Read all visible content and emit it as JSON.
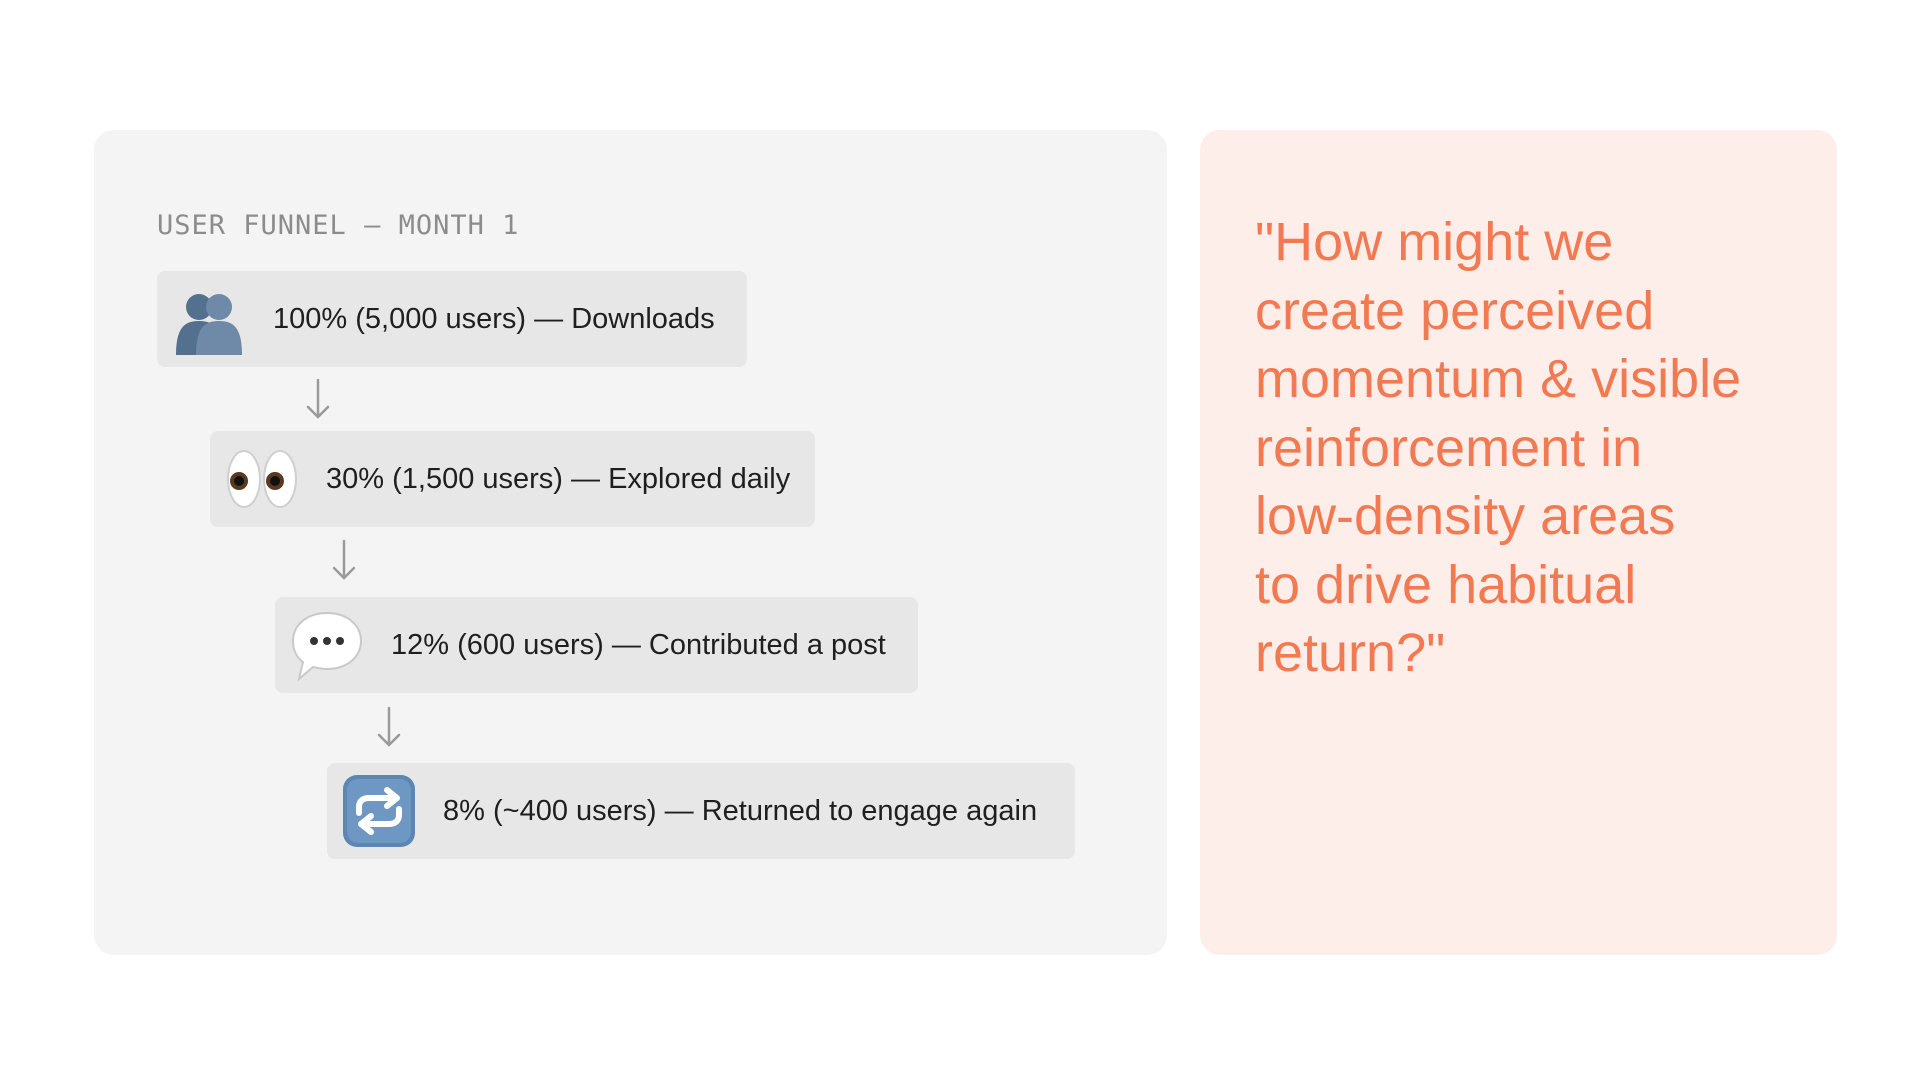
{
  "funnel": {
    "title": "USER FUNNEL — MONTH 1",
    "steps": [
      {
        "icon": "busts-in-silhouette-icon",
        "label": "100% (5,000 users) — Downloads"
      },
      {
        "icon": "eyes-icon",
        "label": "30% (1,500 users) — Explored daily"
      },
      {
        "icon": "speech-balloon-icon",
        "label": "12% (600 users) — Contributed a post"
      },
      {
        "icon": "repeat-icon",
        "label": "8% (~400 users) — Returned to engage again"
      }
    ]
  },
  "question": {
    "lines": [
      "\"How might we",
      "create perceived",
      "momentum & visible",
      "reinforcement in",
      "low-density areas",
      "to drive habitual",
      "return?\""
    ]
  },
  "colors": {
    "panel_left_bg": "#f4f4f4",
    "step_bg": "#e7e7e7",
    "panel_right_bg": "#fdeeea",
    "accent": "#f27a52",
    "title_gray": "#8c8c8c"
  }
}
